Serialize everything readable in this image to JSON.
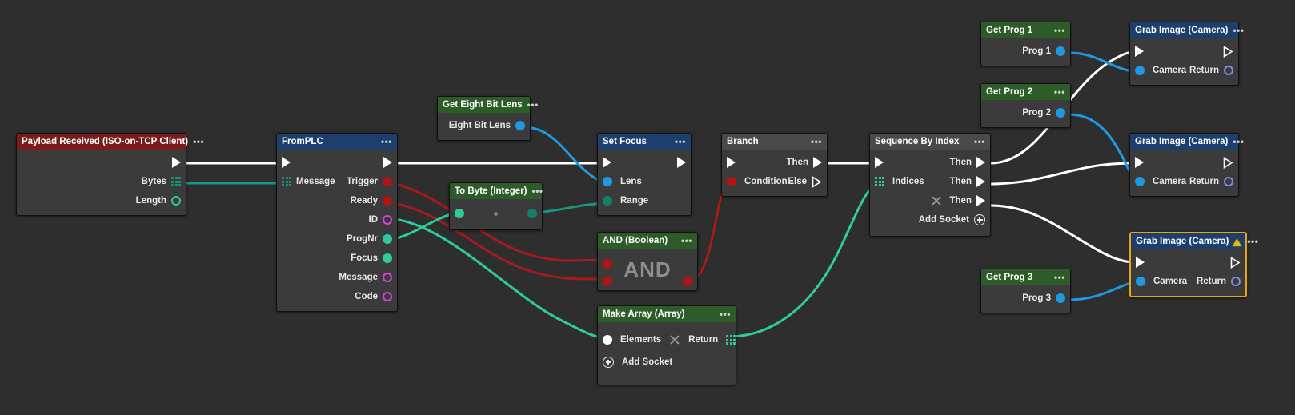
{
  "canvas": {
    "background": "#2e2e2e",
    "node_body": "#3b3b3b",
    "colors": {
      "exec_white": "#ffffff",
      "blue_header": "#1d3f6e",
      "green_header": "#2e5c29",
      "red_header": "#7a1c1c",
      "gray_header": "#4a4a4a",
      "wire_white": "#ffffff",
      "wire_blue": "#1f9ae0",
      "wire_red": "#a61b1b",
      "wire_teal": "#159a7d",
      "wire_green": "#2ecc9b",
      "port_red": "#b01414",
      "port_magenta": "#e040e0",
      "port_green": "#2ecc9b",
      "port_blue": "#1f9ae0",
      "port_teal": "#15806a",
      "port_white": "#ffffff",
      "port_periwinkle": "#7d8ce8",
      "warn_border": "#e8a317",
      "warn_icon": "#e8c317"
    },
    "menu_glyph": "•••"
  },
  "nodes": [
    {
      "id": "payload-received",
      "title": "Payload Received (ISO-on-TCP Client)",
      "header_style": "red",
      "rows": [
        {
          "right_port": "exec-out",
          "label": ""
        },
        {
          "label": "Bytes",
          "right_port": "grid-teal"
        },
        {
          "label": "Length",
          "right_port": "ring-green"
        }
      ]
    },
    {
      "id": "fromplc",
      "title": "FromPLC",
      "header_style": "blue",
      "left_label": "Message",
      "rows": [
        {
          "label": "",
          "left_port": "exec-in",
          "right_port": "exec-out"
        },
        {
          "left_port": "grid-teal",
          "left_label": "Message",
          "label": "Trigger",
          "right_port": "dot-red"
        },
        {
          "label": "Ready",
          "right_port": "dot-red"
        },
        {
          "label": "ID",
          "right_port": "ring-magenta"
        },
        {
          "label": "ProgNr",
          "right_port": "dot-green"
        },
        {
          "label": "Focus",
          "right_port": "dot-green"
        },
        {
          "label": "Message",
          "right_port": "ring-magenta"
        },
        {
          "label": "Code",
          "right_port": "ring-magenta"
        }
      ]
    },
    {
      "id": "get-eight-bit-lens",
      "title": "Get Eight Bit Lens",
      "header_style": "green",
      "rows": [
        {
          "label": "Eight Bit Lens",
          "right_port": "dot-blue"
        }
      ]
    },
    {
      "id": "to-byte-integer",
      "title": "To Byte (Integer)",
      "header_style": "green",
      "rows": [
        {
          "left_port": "dot-green",
          "label": "",
          "center": "dot",
          "right_port": "dot-teal"
        }
      ]
    },
    {
      "id": "set-focus",
      "title": "Set Focus",
      "header_style": "blue",
      "rows": [
        {
          "left_port": "exec-in",
          "label": "",
          "right_port": "exec-out"
        },
        {
          "left_port": "dot-blue",
          "label": "Lens"
        },
        {
          "left_port": "dot-teal",
          "label": "Range"
        }
      ]
    },
    {
      "id": "branch",
      "title": "Branch",
      "header_style": "gray",
      "rows": [
        {
          "left_port": "exec-in",
          "label": "Then",
          "right_port": "exec-out"
        },
        {
          "left_port": "dot-red",
          "left_label": "Condition",
          "label": "Else",
          "right_port": "exec-out-outline"
        }
      ]
    },
    {
      "id": "sequence-by-index",
      "title": "Sequence By Index",
      "header_style": "gray",
      "rows": [
        {
          "left_port": "exec-in",
          "label": "Then",
          "right_port": "exec-out"
        },
        {
          "left_port": "grid-green",
          "left_label": "Indices",
          "label": "Then",
          "right_port": "exec-out"
        },
        {
          "left_port": "x",
          "label": "Then",
          "right_port": "exec-out"
        },
        {
          "label": "Add Socket",
          "right_port": "plus"
        }
      ]
    },
    {
      "id": "and-boolean",
      "title": "AND (Boolean)",
      "header_style": "green",
      "display_text": "AND",
      "rows": [
        {
          "left_port": "dot-red",
          "label": ""
        },
        {
          "left_port": "dot-red",
          "label": "",
          "right_port": "dot-red"
        }
      ]
    },
    {
      "id": "make-array",
      "title": "Make Array (Array)",
      "header_style": "green",
      "rows": [
        {
          "left_port": "dot-white",
          "left_label": "Elements",
          "center": "x",
          "label": "Return",
          "right_port": "grid-green"
        },
        {
          "left_port": "plus",
          "left_label": "Add Socket"
        }
      ]
    },
    {
      "id": "get-prog-1",
      "title": "Get Prog 1",
      "header_style": "green",
      "rows": [
        {
          "label": "Prog 1",
          "right_port": "dot-blue"
        }
      ]
    },
    {
      "id": "get-prog-2",
      "title": "Get Prog 2",
      "header_style": "green",
      "rows": [
        {
          "label": "Prog 2",
          "right_port": "dot-blue"
        }
      ]
    },
    {
      "id": "get-prog-3",
      "title": "Get Prog 3",
      "header_style": "green",
      "rows": [
        {
          "label": "Prog 3",
          "right_port": "dot-blue"
        }
      ]
    },
    {
      "id": "grab-image-1",
      "title": "Grab Image (Camera)",
      "header_style": "blue",
      "warning": false,
      "rows": [
        {
          "left_port": "exec-in",
          "label": "",
          "right_port": "exec-out-outline"
        },
        {
          "left_port": "dot-blue",
          "left_label": "Camera",
          "label": "Return",
          "right_port": "ring-periwinkle"
        }
      ]
    },
    {
      "id": "grab-image-2",
      "title": "Grab Image (Camera)",
      "header_style": "blue",
      "warning": false,
      "rows": [
        {
          "left_port": "exec-in",
          "label": "",
          "right_port": "exec-out-outline"
        },
        {
          "left_port": "dot-blue",
          "left_label": "Camera",
          "label": "Return",
          "right_port": "ring-periwinkle"
        }
      ]
    },
    {
      "id": "grab-image-3",
      "title": "Grab Image (Camera)",
      "header_style": "blue",
      "warning": true,
      "warning_glyph": "⚠",
      "rows": [
        {
          "left_port": "exec-in",
          "label": "",
          "right_port": "exec-out-outline"
        },
        {
          "left_port": "dot-blue",
          "left_label": "Camera",
          "label": "Return",
          "right_port": "ring-periwinkle"
        }
      ]
    }
  ],
  "labels": {
    "payload_title": "Payload Received (ISO-on-TCP Client)",
    "payload_bytes": "Bytes",
    "payload_length": "Length",
    "fromplc_title": "FromPLC",
    "fromplc_message_in": "Message",
    "fromplc_trigger": "Trigger",
    "fromplc_ready": "Ready",
    "fromplc_id": "ID",
    "fromplc_prognr": "ProgNr",
    "fromplc_focus": "Focus",
    "fromplc_message_out": "Message",
    "fromplc_code": "Code",
    "lens_title": "Get Eight Bit Lens",
    "lens_out": "Eight Bit Lens",
    "tobyte_title": "To Byte (Integer)",
    "setfocus_title": "Set Focus",
    "setfocus_lens": "Lens",
    "setfocus_range": "Range",
    "branch_title": "Branch",
    "branch_condition": "Condition",
    "branch_then": "Then",
    "branch_else": "Else",
    "seq_title": "Sequence By Index",
    "seq_indices": "Indices",
    "seq_then1": "Then",
    "seq_then2": "Then",
    "seq_then3": "Then",
    "seq_add": "Add Socket",
    "and_title": "AND (Boolean)",
    "and_text": "AND",
    "array_title": "Make Array (Array)",
    "array_elements": "Elements",
    "array_return": "Return",
    "array_add": "Add Socket",
    "prog1_title": "Get Prog 1",
    "prog1_out": "Prog 1",
    "prog2_title": "Get Prog 2",
    "prog2_out": "Prog 2",
    "prog3_title": "Get Prog 3",
    "prog3_out": "Prog 3",
    "grab_title": "Grab Image (Camera)",
    "grab_camera": "Camera",
    "grab_return": "Return",
    "dots": "•••"
  }
}
